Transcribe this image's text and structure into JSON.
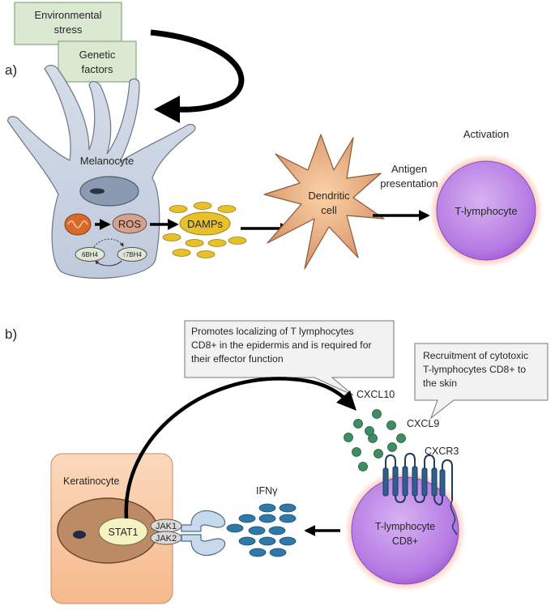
{
  "panel_a": {
    "label": "a)",
    "stress_box": "Environmental\nstress",
    "genetic_box": "Genetic\nfactors",
    "melanocyte": "Melanocyte",
    "ros": "ROS",
    "bh6": "6BH4",
    "bh7": "↑7BH4",
    "damps": "DAMPs",
    "dendritic": "Dendritic\ncell",
    "antigen": "Antigen\npresentation",
    "activation": "Activation",
    "tcell": "T-lymphocyte"
  },
  "panel_b": {
    "label": "b)",
    "callout1": "Promotes localizing of T lymphocytes\nCD8+ in the epidermis and is required for\ntheir effector function",
    "callout2": "Recruitment of cytotoxic\nT-lymphocytes CD8+ to\nthe skin",
    "cxcl10": "CXCL10",
    "cxcl9": "CXCL9",
    "cxcr3": "CXCR3",
    "keratinocyte": "Keratinocyte",
    "stat1": "STAT1",
    "jak1": "JAK1",
    "jak2": "JAK2",
    "ifn": "IFNγ",
    "tcell": "T-lymphocyte\nCD8+"
  },
  "colors": {
    "box_fill": "#dbe8d2",
    "box_stroke": "#7f9f6e",
    "melanocyte_fill": "#c9d3e2",
    "dendritic_fill": "#f0b27a",
    "tcell_fill": "#b479e0",
    "tcell_glow": "#f6a58c",
    "damp_fill": "#e7c02c",
    "chemokine_fill": "#3f8e63",
    "ifn_fill": "#2f78a8",
    "keratinocyte_fill": "#f9c9a4"
  }
}
